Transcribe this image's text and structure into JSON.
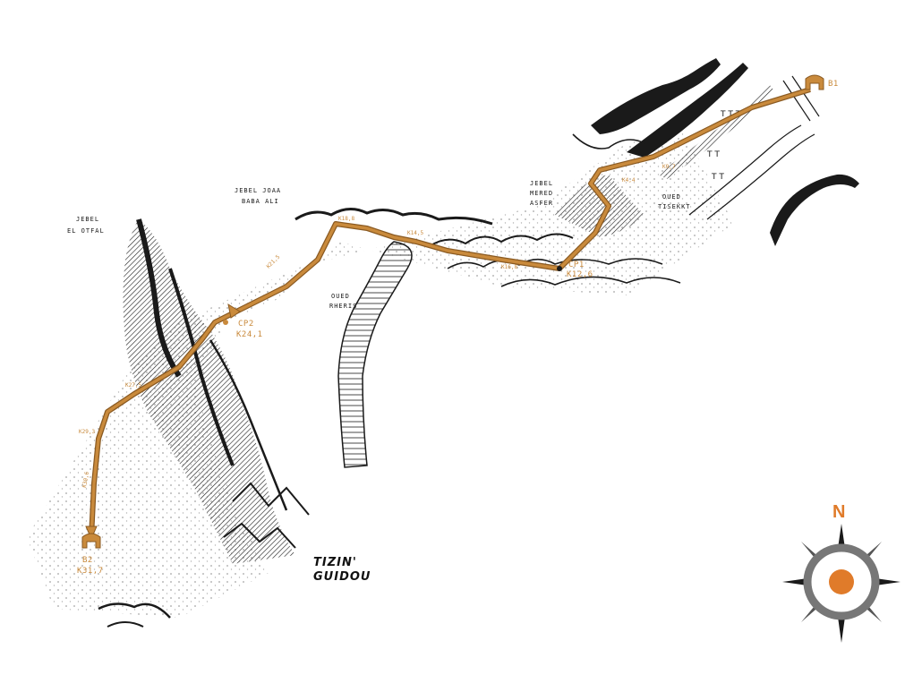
{
  "colors": {
    "route": "#c98a3c",
    "route_dark": "#8a5a22",
    "ink": "#1a1a1a",
    "compass_orange": "#e07b2a",
    "compass_grey": "#777777"
  },
  "places": {
    "jebel_el_otfal": [
      "JEBEL",
      "EL OTFAL"
    ],
    "jebel_joaa": [
      "JEBEL JOAA",
      "BABA ALI"
    ],
    "jebel_mered": [
      "JEBEL",
      "MERED",
      "ASFER"
    ],
    "oued_tisekkt": [
      "OUED",
      "TISEKKT"
    ],
    "oued_rheris": [
      "OUED",
      "RHERIS"
    ],
    "tizin_guidou": [
      "TIZIN'",
      "GUIDOU"
    ]
  },
  "bivouacs": {
    "b1": "B1",
    "b2_name": "B2",
    "b2_km": "K31,7"
  },
  "checkpoints": {
    "cp1_name": "CP1",
    "cp1_km": "K12,6",
    "cp2_name": "CP2",
    "cp2_km": "K24,1"
  },
  "segment_labels": {
    "s1": "K4,4",
    "s2": "K9,7",
    "s3": "K18,8",
    "s4": "K14,5",
    "s5": "K16,8",
    "s6": "K21,5",
    "s7": "K27,5",
    "s8": "K29,3",
    "s9": "K30,6"
  },
  "compass": {
    "north_label": "N"
  }
}
